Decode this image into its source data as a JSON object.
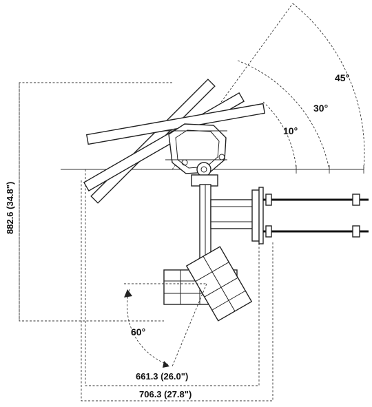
{
  "diagram": {
    "angle_labels": {
      "a45": "45°",
      "a30": "30°",
      "a10": "10°",
      "a60": "60°"
    },
    "dimensions": {
      "height": "882.6 (34.8\")",
      "width_inner": "661.3 (26.0\")",
      "width_outer": "706.3 (27.8\")"
    }
  }
}
